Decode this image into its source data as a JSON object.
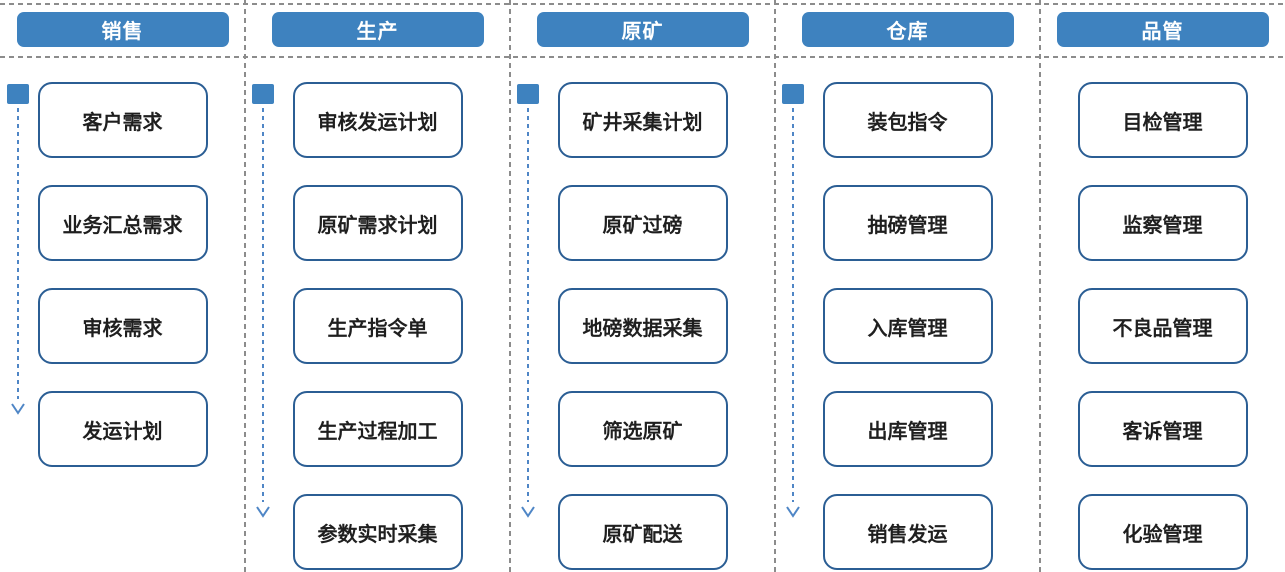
{
  "diagram": {
    "columns": [
      {
        "header": "销售",
        "has_flow_arrow": true,
        "items": [
          "客户需求",
          "业务汇总需求",
          "审核需求",
          "发运计划"
        ]
      },
      {
        "header": "生产",
        "has_flow_arrow": true,
        "items": [
          "审核发运计划",
          "原矿需求计划",
          "生产指令单",
          "生产过程加工",
          "参数实时采集"
        ]
      },
      {
        "header": "原矿",
        "has_flow_arrow": true,
        "items": [
          "矿井采集计划",
          "原矿过磅",
          "地磅数据采集",
          "筛选原矿",
          "原矿配送"
        ]
      },
      {
        "header": "仓库",
        "has_flow_arrow": true,
        "items": [
          "装包指令",
          "抽磅管理",
          "入库管理",
          "出库管理",
          "销售发运"
        ]
      },
      {
        "header": "品管",
        "has_flow_arrow": false,
        "items": [
          "目检管理",
          "监察管理",
          "不良品管理",
          "客诉管理",
          "化验管理"
        ]
      }
    ],
    "colors": {
      "header_bg": "#3E82BF",
      "header_text": "#FFFFFF",
      "box_border": "#2B5E94",
      "box_text": "#1F1F1F",
      "arrow": "#4F86C6",
      "separator": "#8C8C8C",
      "background": "#FFFFFF"
    }
  }
}
